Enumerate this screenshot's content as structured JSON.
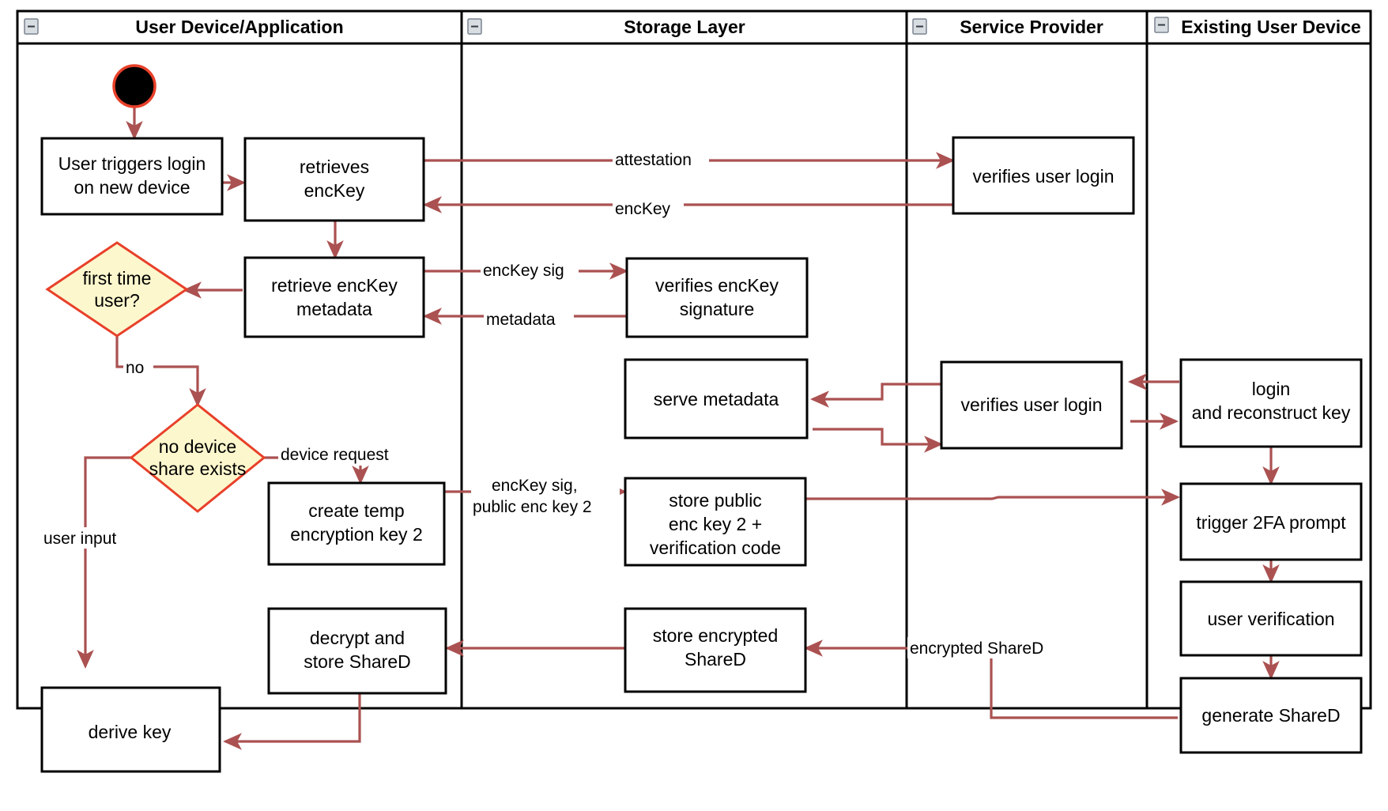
{
  "diagram": {
    "title": "Multi-device key recovery activity diagram",
    "type": "uml-activity-swimlane",
    "colors": {
      "flow_arrow": "#ab5151",
      "decision_fill": "#fdf7cd",
      "decision_stroke": "#e8402a",
      "node_stroke": "#000000",
      "node_fill": "#ffffff",
      "start_node_fill": "#000000",
      "start_node_stroke": "#e8402a"
    },
    "lanes": [
      {
        "id": "lane-user-device",
        "label": "User Device/Application",
        "collapse_icon": "collapse-minus-icon"
      },
      {
        "id": "lane-storage-layer",
        "label": "Storage Layer",
        "collapse_icon": "collapse-minus-icon"
      },
      {
        "id": "lane-service-provider",
        "label": "Service Provider",
        "collapse_icon": "collapse-minus-icon"
      },
      {
        "id": "lane-existing-user-device",
        "label": "Existing User Device",
        "collapse_icon": "collapse-minus-icon"
      }
    ],
    "nodes": [
      {
        "id": "start",
        "kind": "initial-node",
        "label": ""
      },
      {
        "id": "n1",
        "kind": "action",
        "label_lines": [
          "User triggers login",
          "on new device"
        ]
      },
      {
        "id": "n2",
        "kind": "action",
        "label_lines": [
          "retrieves",
          "encKey"
        ]
      },
      {
        "id": "n3",
        "kind": "action",
        "label_lines": [
          "retrieve encKey",
          "metadata"
        ]
      },
      {
        "id": "d1",
        "kind": "decision",
        "label_lines": [
          "first time",
          "user?"
        ]
      },
      {
        "id": "d2",
        "kind": "decision",
        "label_lines": [
          "no device",
          "share exists"
        ]
      },
      {
        "id": "n4",
        "kind": "action",
        "label_lines": [
          "create temp",
          "encryption key 2"
        ]
      },
      {
        "id": "n5",
        "kind": "action",
        "label_lines": [
          "decrypt and",
          "store ShareD"
        ]
      },
      {
        "id": "n6",
        "kind": "action",
        "label_lines": [
          "derive key"
        ]
      },
      {
        "id": "s1",
        "kind": "action",
        "label_lines": [
          "verifies encKey",
          "signature"
        ]
      },
      {
        "id": "s2",
        "kind": "action",
        "label_lines": [
          "serve metadata"
        ]
      },
      {
        "id": "s3",
        "kind": "action",
        "label_lines": [
          "store public",
          "enc key 2 +",
          "verification code"
        ]
      },
      {
        "id": "s4",
        "kind": "action",
        "label_lines": [
          "store encrypted",
          "ShareD"
        ]
      },
      {
        "id": "p1",
        "kind": "action",
        "label_lines": [
          "verifies user login"
        ]
      },
      {
        "id": "p2",
        "kind": "action",
        "label_lines": [
          "verifies user login"
        ]
      },
      {
        "id": "e1",
        "kind": "action",
        "label_lines": [
          "login",
          "and reconstruct key"
        ]
      },
      {
        "id": "e2",
        "kind": "action",
        "label_lines": [
          "trigger 2FA prompt"
        ]
      },
      {
        "id": "e3",
        "kind": "action",
        "label_lines": [
          "user verification"
        ]
      },
      {
        "id": "e4",
        "kind": "action",
        "label_lines": [
          "generate ShareD"
        ]
      }
    ],
    "edge_labels": [
      {
        "id": "el-attestation",
        "text": "attestation"
      },
      {
        "id": "el-enckey",
        "text": "encKey"
      },
      {
        "id": "el-enckey-sig",
        "text": "encKey sig"
      },
      {
        "id": "el-metadata",
        "text": "metadata"
      },
      {
        "id": "el-no",
        "text": "no"
      },
      {
        "id": "el-device-request",
        "text": "device request"
      },
      {
        "id": "el-user-input",
        "text": "user input"
      },
      {
        "id": "el-enckey-sig-pub-1",
        "text": "encKey sig,"
      },
      {
        "id": "el-enckey-sig-pub-2",
        "text": "public enc key 2"
      },
      {
        "id": "el-encrypted-shared",
        "text": "encrypted ShareD"
      }
    ]
  }
}
